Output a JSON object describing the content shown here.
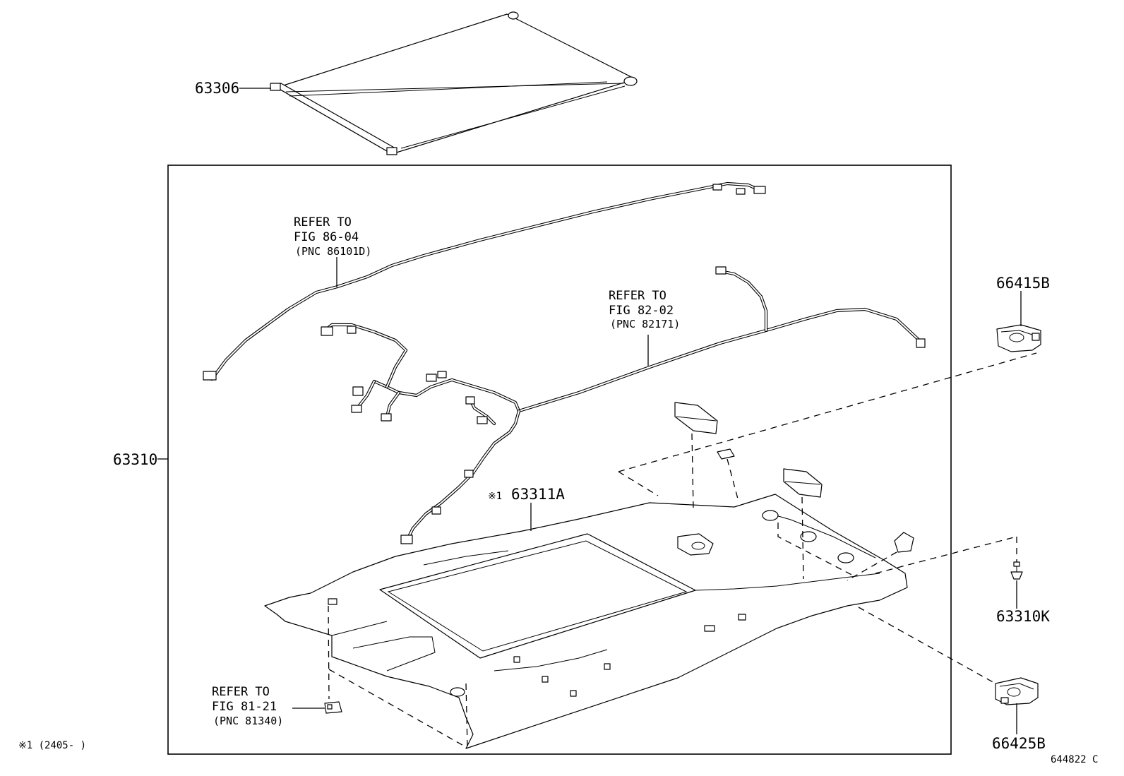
{
  "diagram": {
    "part_labels": {
      "sunshade": "63306",
      "headliner_assy": "63310",
      "headliner": "63311A",
      "headliner_mark": "※1",
      "assist_grip_upper": "66415B",
      "clip": "63310K",
      "assist_grip_lower": "66425B"
    },
    "references": {
      "fig_86_04": {
        "line1": "REFER TO",
        "line2": "FIG 86-04",
        "line3": "(PNC 86101D)"
      },
      "fig_82_02": {
        "line1": "REFER TO",
        "line2": "FIG 82-02",
        "line3": "(PNC 82171)"
      },
      "fig_81_21": {
        "line1": "REFER TO",
        "line2": "FIG 81-21",
        "line3": "(PNC 81340)"
      }
    },
    "footnote": "※1 (2405-     )",
    "illustration_id": "644822 C"
  }
}
